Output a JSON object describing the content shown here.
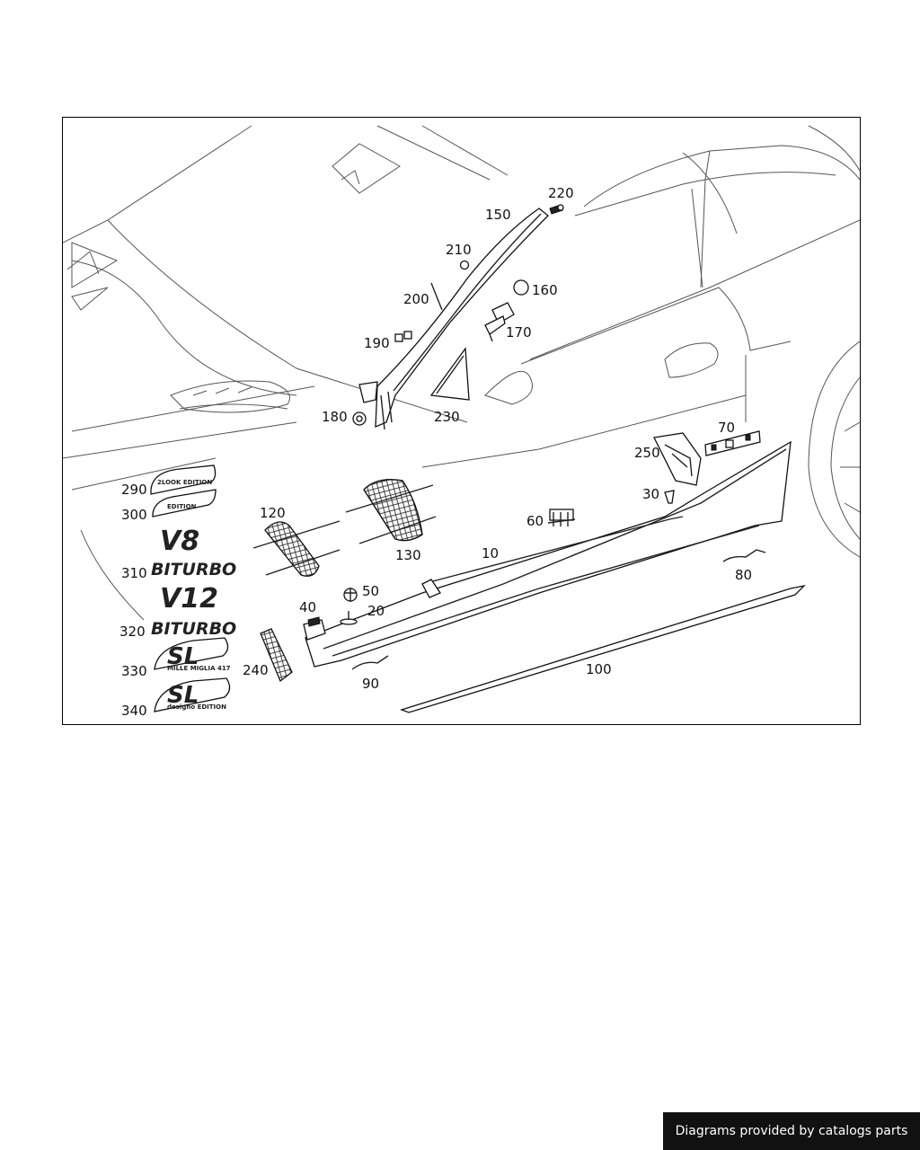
{
  "diagram": {
    "callouts": {
      "c10": "10",
      "c20": "20",
      "c30": "30",
      "c40": "40",
      "c50": "50",
      "c60": "60",
      "c70": "70",
      "c80": "80",
      "c90": "90",
      "c100": "100",
      "c120": "120",
      "c130": "130",
      "c150": "150",
      "c160": "160",
      "c170": "170",
      "c180": "180",
      "c190": "190",
      "c200": "200",
      "c210": "210",
      "c220": "220",
      "c230": "230",
      "c240": "240",
      "c250": "250",
      "c290": "290",
      "c300": "300",
      "c310": "310",
      "c320": "320",
      "c330": "330",
      "c340": "340"
    },
    "badges": {
      "b290": "2LOOK EDITION",
      "b300": "EDITION",
      "b310_top": "V8",
      "b310_bottom": "BITURBO",
      "b320_top": "V12",
      "b320_bottom": "BITURBO",
      "b330_main": "SL",
      "b330_sub": "MILLE MIGLIA 417",
      "b340_main": "SL",
      "b340_sub": "designo EDITION"
    }
  },
  "footer": {
    "credit": "Diagrams provided by catalogs parts"
  }
}
